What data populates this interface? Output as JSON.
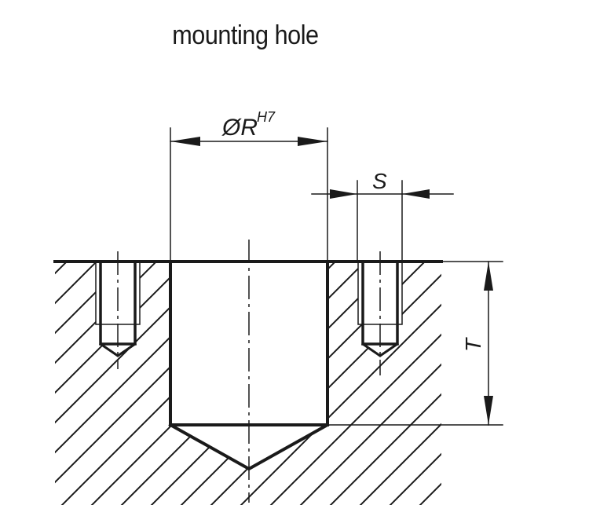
{
  "title": "mounting hole",
  "dimensions": {
    "diameter": "ØR",
    "tolerance": "H7",
    "spacing": "S",
    "depth": "T"
  },
  "colors": {
    "line": "#1a1a1a",
    "background": "#ffffff"
  }
}
